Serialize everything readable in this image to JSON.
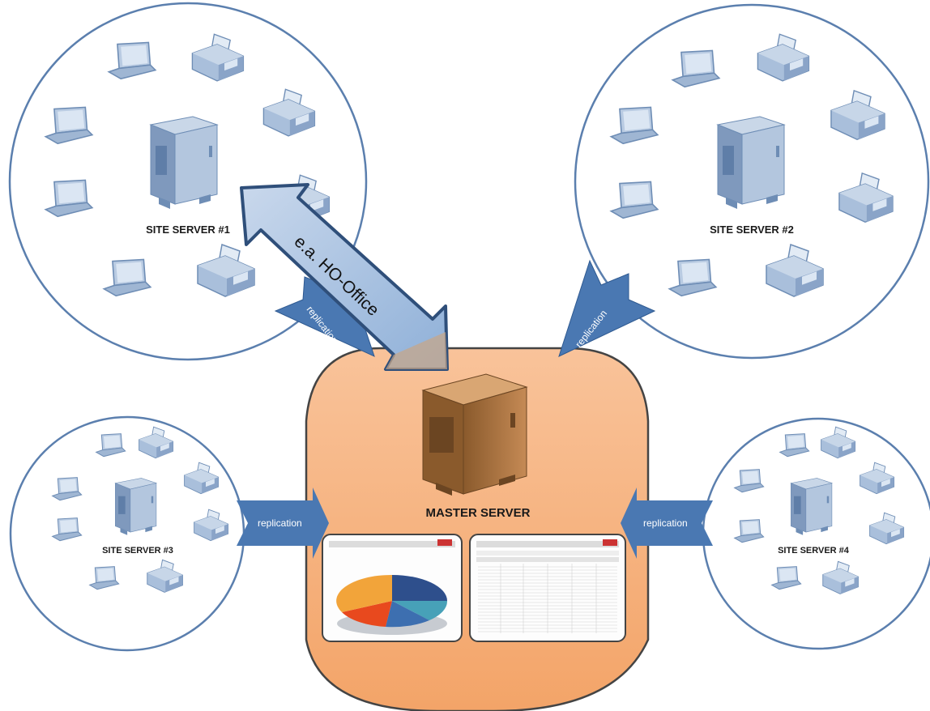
{
  "sites": [
    {
      "label": "SITE SERVER #1"
    },
    {
      "label": "SITE SERVER #2"
    },
    {
      "label": "SITE SERVER #3"
    },
    {
      "label": "SITE SERVER #4"
    }
  ],
  "master": {
    "label": "MASTER SERVER"
  },
  "links": {
    "replication": [
      "replication",
      "replication",
      "replication",
      "replication"
    ],
    "ho_office": "e.a. HO-Office"
  },
  "colors": {
    "circle_stroke": "#5b7fae",
    "master_fill": "#f6b07c",
    "arrow_fill": "#4a78b2",
    "device": "#9fb6d3"
  }
}
